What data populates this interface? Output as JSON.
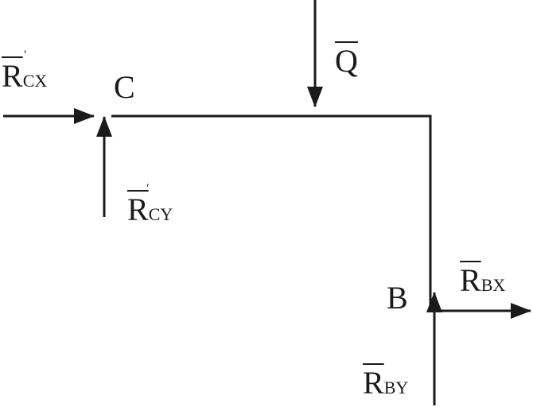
{
  "diagram": {
    "labels": {
      "point_c": "C",
      "point_b": "B"
    },
    "forces": [
      {
        "id": "rcx_prime",
        "symbol": "R",
        "subscript": "CX",
        "prime": "′"
      },
      {
        "id": "rcy_prime",
        "symbol": "R",
        "subscript": "CY",
        "prime": "′"
      },
      {
        "id": "q",
        "symbol": "Q",
        "subscript": "",
        "prime": ""
      },
      {
        "id": "rbx",
        "symbol": "R",
        "subscript": "BX",
        "prime": ""
      },
      {
        "id": "rby",
        "symbol": "R",
        "subscript": "BY",
        "prime": ""
      }
    ],
    "colors": {
      "ink": "#1a1a1a",
      "background": "#ffffff"
    }
  }
}
